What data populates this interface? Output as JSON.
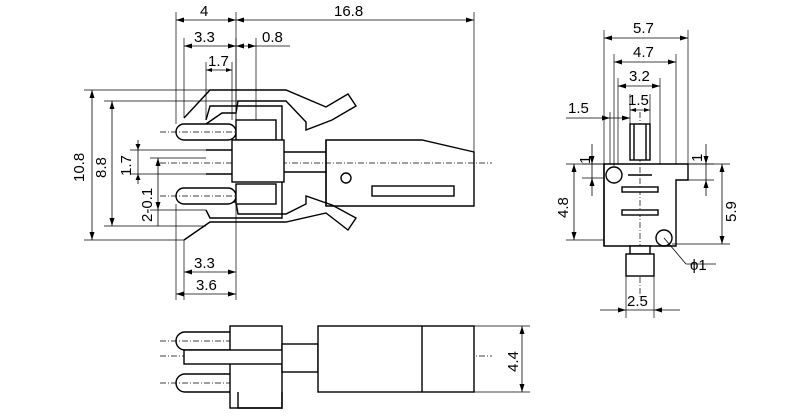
{
  "dimensions": {
    "top_view": {
      "d_4": "4",
      "d_16_8": "16.8",
      "d_3_3_top": "3.3",
      "d_0_8": "0.8",
      "d_1_7_top": "1.7",
      "d_10_8": "10.8",
      "d_8_8": "8.8",
      "d_1_7_left": "1.7",
      "d_2_0_1": "2-0.1",
      "d_3_3_bottom": "3.3",
      "d_3_6": "3.6"
    },
    "side_view": {
      "d_5_7": "5.7",
      "d_4_7": "4.7",
      "d_3_2": "3.2",
      "d_1_5_a": "1.5",
      "d_1_5_b": "1.5",
      "d_1_left": "1",
      "d_1_right": "1",
      "d_4_8": "4.8",
      "d_5_9": "5.9",
      "d_phi_1": "ϕ1",
      "d_2_5": "2.5"
    },
    "bottom_view": {
      "d_4_4": "4.4"
    }
  }
}
